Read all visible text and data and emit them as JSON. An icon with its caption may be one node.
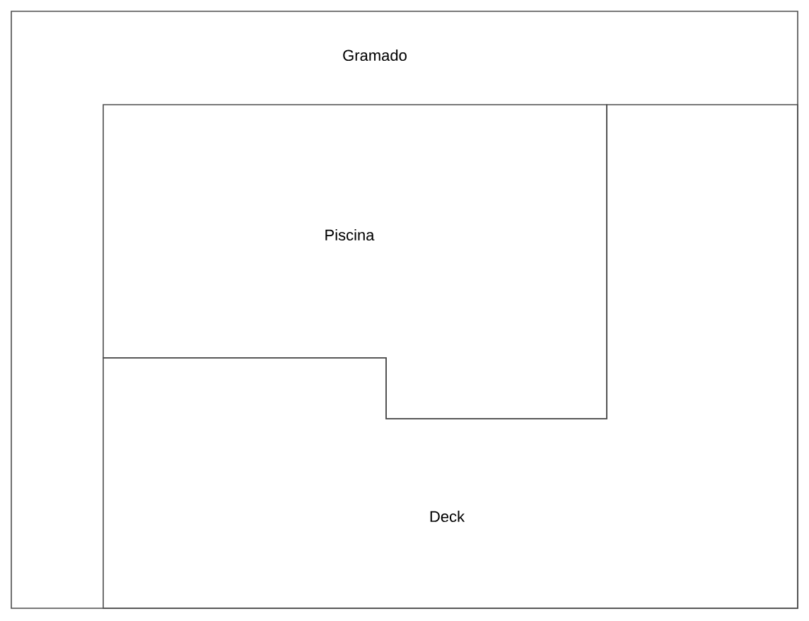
{
  "diagram": {
    "nodes": [
      {
        "text": [
          "Gramado"
        ]
      },
      {
        "text": [
          "Piscina"
        ],
        "in": 0
      },
      {
        "text": [
          "Deck"
        ],
        "in": 0
      }
    ]
  }
}
